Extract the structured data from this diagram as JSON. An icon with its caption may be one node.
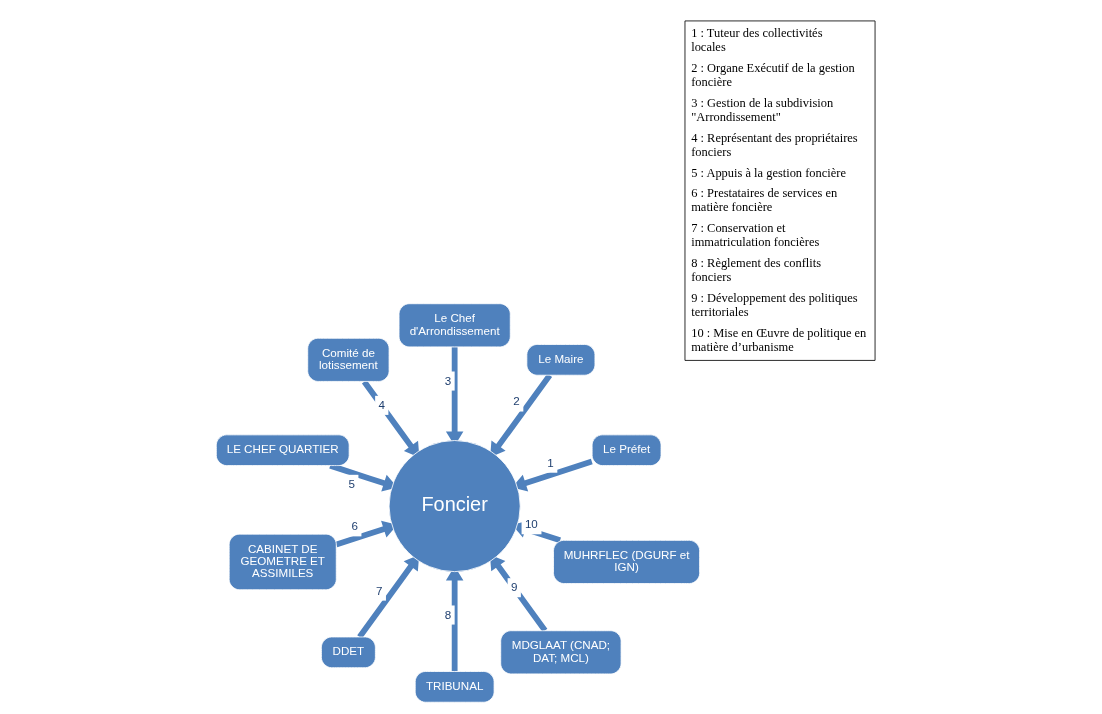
{
  "diagram": {
    "nodes": [
      {
        "text": [
          "Foncier"
        ]
      },
      {
        "text": [
          "Le Préfet"
        ]
      },
      {
        "text": [
          "Le Maire"
        ]
      },
      {
        "text": [
          "Le Chef d'Arrondissement"
        ]
      },
      {
        "text": [
          "Comité de lotissement"
        ]
      },
      {
        "text": [
          "LE CHEF QUARTIER"
        ]
      },
      {
        "text": [
          "CABINET DE GEOMETRE ET ASSIMILES"
        ]
      },
      {
        "text": [
          "DDET"
        ]
      },
      {
        "text": [
          "TRIBUNAL"
        ]
      },
      {
        "text": [
          "MDGLAAT (CNAD; DAT; MCL)"
        ]
      },
      {
        "text": [
          "MUHRFLEC (DGURF et IGN)"
        ]
      }
    ],
    "edges": [
      {
        "from": 1,
        "to": 0,
        "arrow": "to",
        "label": "1"
      },
      {
        "from": 2,
        "to": 0,
        "arrow": "to",
        "label": "2"
      },
      {
        "from": 3,
        "to": 0,
        "arrow": "to",
        "label": "3"
      },
      {
        "from": 4,
        "to": 0,
        "arrow": "to",
        "label": "4"
      },
      {
        "from": 5,
        "to": 0,
        "arrow": "to",
        "label": "5"
      },
      {
        "from": 6,
        "to": 0,
        "arrow": "to",
        "label": "6"
      },
      {
        "from": 7,
        "to": 0,
        "arrow": "to",
        "label": "7"
      },
      {
        "from": 8,
        "to": 0,
        "arrow": "to",
        "label": "8"
      },
      {
        "from": 9,
        "to": 0,
        "arrow": "to",
        "label": "9"
      },
      {
        "from": 10,
        "to": 0,
        "arrow": "to",
        "label": "10"
      }
    ],
    "labels": [
      "1 : Tuteur des collectivités locales",
      "2 : Organe Exécutif de la gestion foncière",
      "3 : Gestion de la subdivision \"Arrondissement\"",
      "4 : Représentant des propriétaires fonciers",
      "5 : Appuis à la gestion foncière",
      "6 : Prestataires de services en matière foncière",
      "7 : Conservation et immatriculation foncières",
      "8 : Règlement des conflits fonciers",
      "9 : Développement des politiques territoriales",
      "10 : Mise en Œuvre de politique en matière d’urbanisme"
    ]
  }
}
